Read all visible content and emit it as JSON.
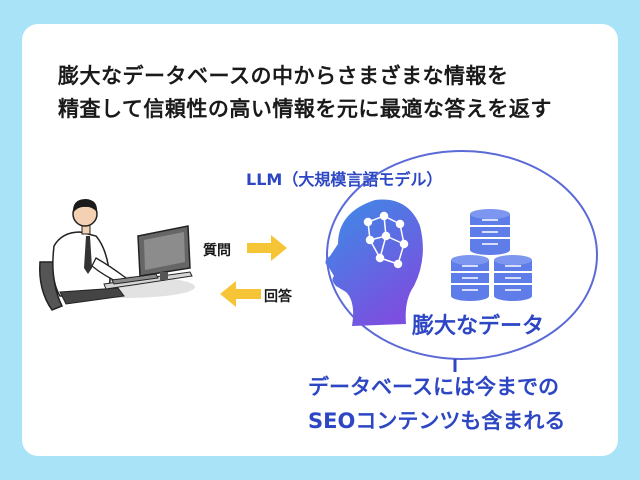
{
  "headline": {
    "line1": "膨大なデータベースの中からさまざまな情報を",
    "line2": "精査して信頼性の高い情報を元に最適な答えを返す"
  },
  "diagram": {
    "llm_label": "LLM（大規模言語モデル）",
    "question_label": "質問",
    "answer_label": "回答",
    "data_label": "膨大なデータ",
    "note_line1": "データベースには今までの",
    "note_line2": "SEOコンテンツも含まれる"
  },
  "colors": {
    "background": "#a8e3f7",
    "accent_blue": "#2d47c4",
    "arrow_yellow": "#f6c537",
    "database_blue": "#5e7de8"
  }
}
